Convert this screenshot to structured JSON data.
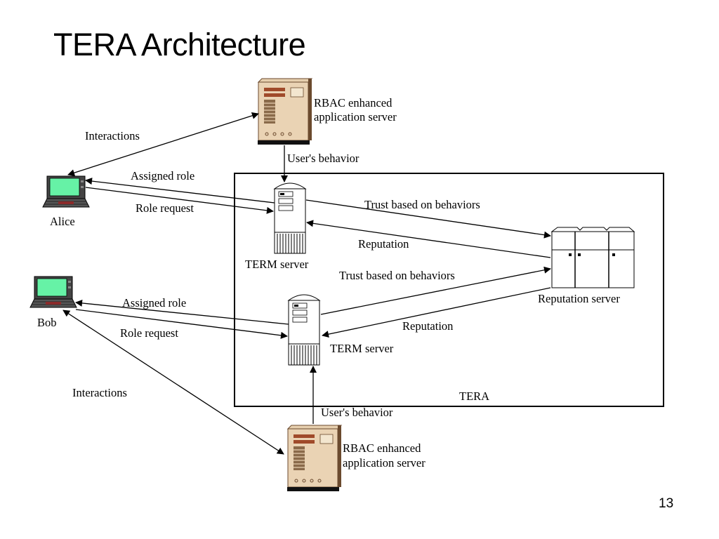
{
  "slide": {
    "title": "TERA Architecture",
    "page_number": "13"
  },
  "diagram": {
    "boundary_label": "TERA",
    "nodes": {
      "app_server_top": {
        "label_line1": "RBAC enhanced",
        "label_line2": "application server"
      },
      "app_server_bottom": {
        "label_line1": "RBAC enhanced",
        "label_line2": "application server"
      },
      "term_server_top": {
        "label": "TERM server"
      },
      "term_server_bottom": {
        "label": "TERM server"
      },
      "reputation_server": {
        "label": "Reputation server"
      },
      "alice": {
        "label": "Alice"
      },
      "bob": {
        "label": "Bob"
      }
    },
    "edges": {
      "alice_interactions": "Interactions",
      "top_users_behavior": "User's behavior",
      "alice_assigned_role": "Assigned role",
      "alice_role_request": "Role request",
      "top_trust": "Trust based on behaviors",
      "top_reputation": "Reputation",
      "bottom_trust": "Trust based on behaviors",
      "bob_assigned_role": "Assigned role",
      "bob_role_request": "Role request",
      "bottom_reputation": "Reputation",
      "bob_interactions": "Interactions",
      "bottom_users_behavior": "User's behavior"
    },
    "colors": {
      "server_body": "#EAD3B4",
      "server_shadow": "#6B4A2E",
      "laptop_screen": "#66F2A6",
      "line": "#000000"
    }
  }
}
